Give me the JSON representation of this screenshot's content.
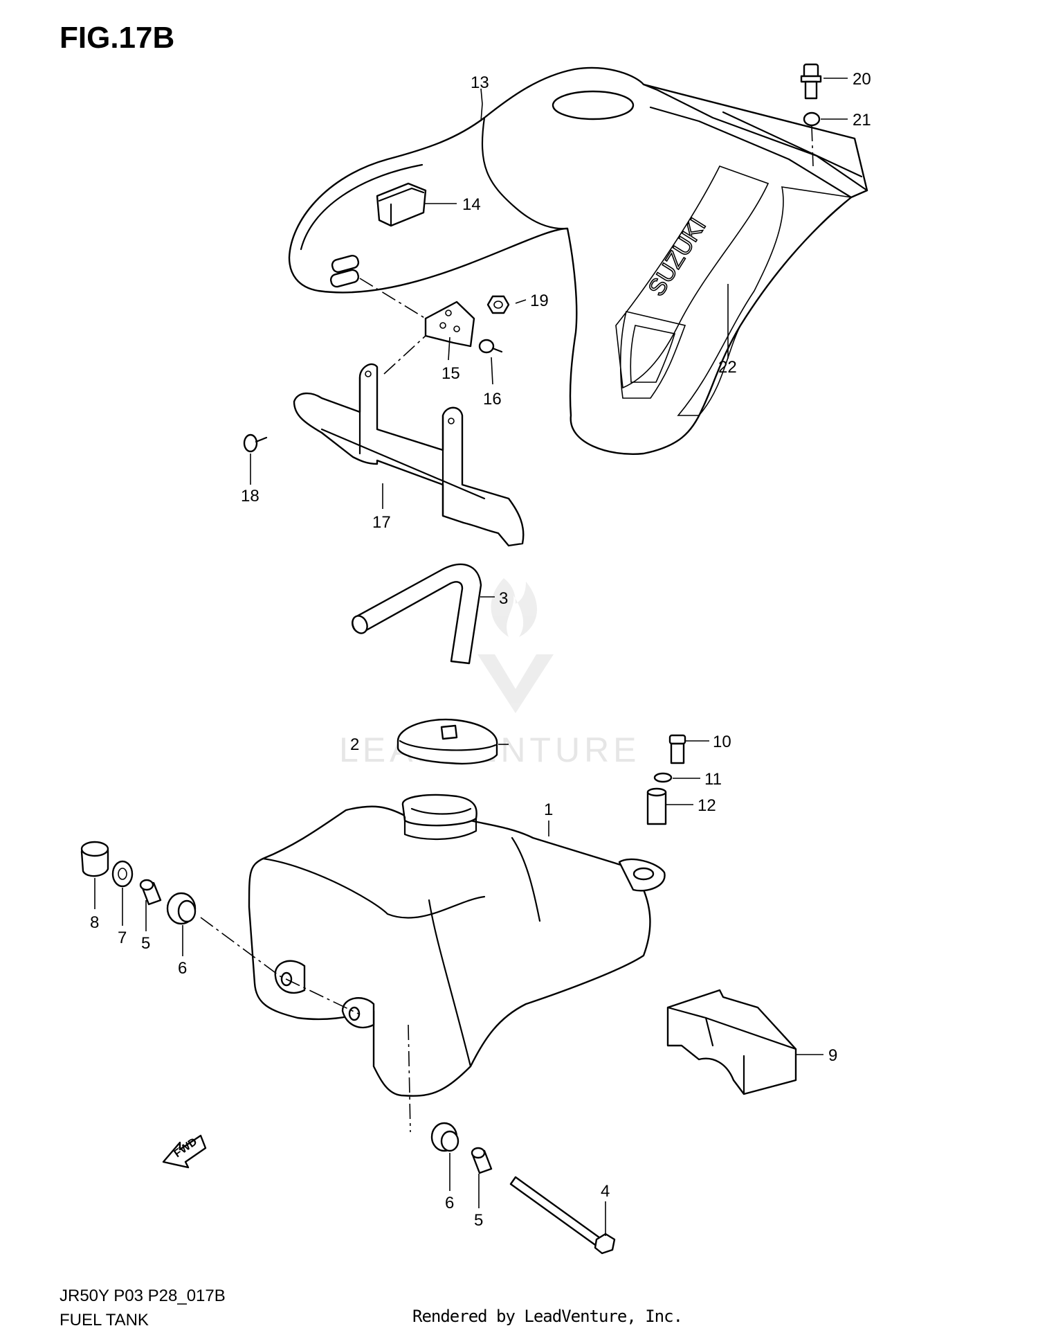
{
  "figure": {
    "title": "FIG.17B",
    "model_code": "JR50Y  P03  P28_017B",
    "section_name": "FUEL TANK",
    "rendered_by": "Rendered by LeadVenture, Inc.",
    "watermark": "LEADVENTURE"
  },
  "diagram": {
    "brand_text": "SUZUKI",
    "direction_arrow": "FWD",
    "callouts": [
      {
        "label": "1",
        "part": "fuel-tank"
      },
      {
        "label": "2",
        "part": "fuel-cap"
      },
      {
        "label": "3",
        "part": "breather-hose"
      },
      {
        "label": "4",
        "part": "tank-bolt"
      },
      {
        "label": "5",
        "part": "spacer-upper"
      },
      {
        "label": "5",
        "part": "spacer-lower"
      },
      {
        "label": "6",
        "part": "grommet-upper"
      },
      {
        "label": "6",
        "part": "grommet-lower"
      },
      {
        "label": "7",
        "part": "washer"
      },
      {
        "label": "8",
        "part": "nut"
      },
      {
        "label": "9",
        "part": "tank-cushion"
      },
      {
        "label": "10",
        "part": "bolt"
      },
      {
        "label": "11",
        "part": "washer"
      },
      {
        "label": "12",
        "part": "collar"
      },
      {
        "label": "13",
        "part": "tank-cover"
      },
      {
        "label": "14",
        "part": "cushion-pad"
      },
      {
        "label": "15",
        "part": "bracket"
      },
      {
        "label": "16",
        "part": "screw"
      },
      {
        "label": "17",
        "part": "stay"
      },
      {
        "label": "18",
        "part": "screw"
      },
      {
        "label": "19",
        "part": "nut"
      },
      {
        "label": "20",
        "part": "bolt"
      },
      {
        "label": "21",
        "part": "cushion"
      },
      {
        "label": "22",
        "part": "emblem"
      }
    ]
  },
  "colors": {
    "line": "#000000",
    "background": "#ffffff",
    "watermark": "#e6e6e6"
  }
}
